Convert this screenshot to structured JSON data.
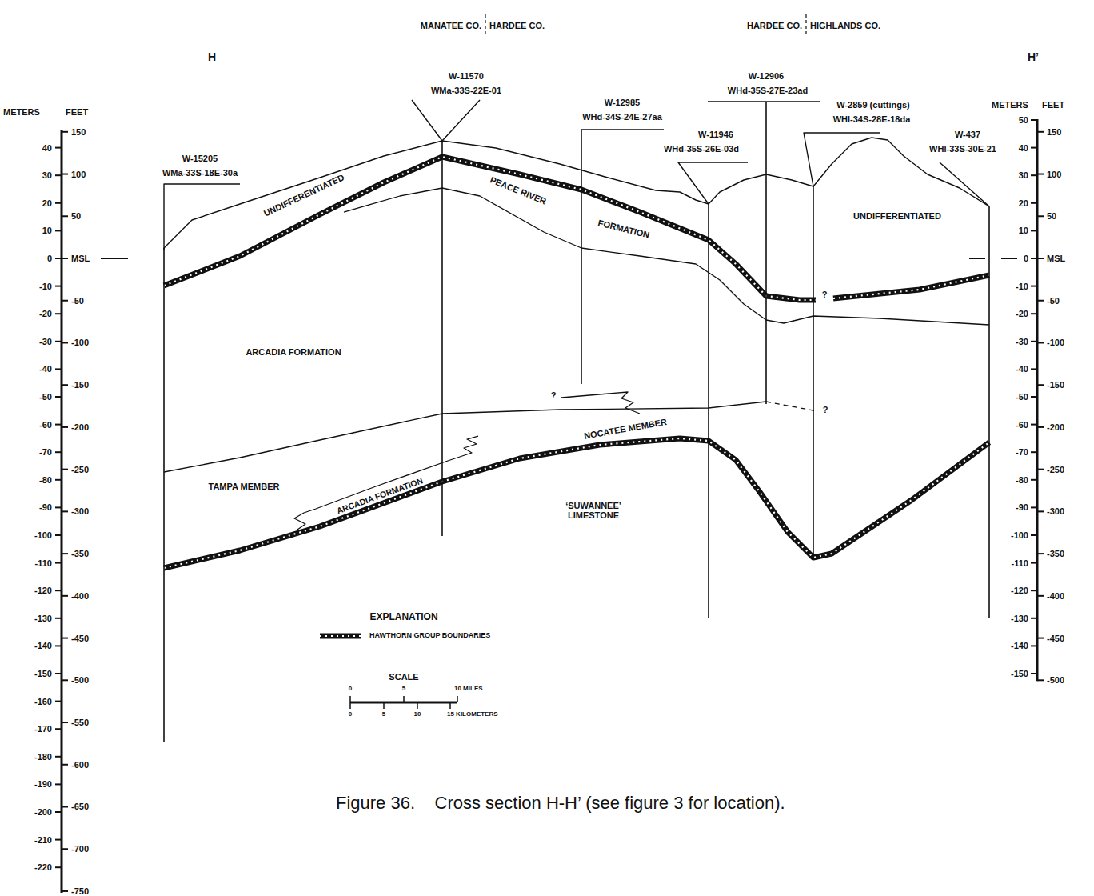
{
  "diagram": {
    "caption": "Figure 36.    Cross section H-H’ (see figure 3 for location).",
    "labels": [
      "MANATEE CO.",
      "HARDEE CO.",
      "HARDEE CO.",
      "HIGHLANDS CO.",
      "H",
      "H’",
      "METERS",
      "FEET",
      "METERS",
      "FEET",
      "W-15205",
      "WMa-33S-18E-30a",
      "W-11570",
      "WMa-33S-22E-01",
      "W-12985",
      "WHd-34S-24E-27aa",
      "W-11946",
      "WHd-35S-26E-03d",
      "W-12906",
      "WHd-35S-27E-23ad",
      "W-2859 (cuttings)",
      "WHl-34S-28E-18da",
      "W-437",
      "WHl-33S-30E-21",
      "UNDIFFERENTIATED",
      "PEACE RIVER",
      "FORMATION",
      "UNDIFFERENTIATED",
      "ARCADIA FORMATION",
      "TAMPA MEMBER",
      "ARCADIA FORMATION",
      "NOCATEE MEMBER",
      "‘SUWANNEE’ LIMESTONE",
      "?",
      "?",
      "?",
      "EXPLANATION",
      "SCALE",
      "0",
      "5",
      "10 MILES",
      "0",
      "5",
      "10",
      "15 KILOMETERS",
      "40",
      "30",
      "20",
      "10",
      "0",
      "-10",
      "-20",
      "-30",
      "-40",
      "-50",
      "-60",
      "-70",
      "-80",
      "-90",
      "-100",
      "-110",
      "-120",
      "-130",
      "-140",
      "-150",
      "-160",
      "-170",
      "-180",
      "-190",
      "-200",
      "-210",
      "-220",
      "150",
      "100",
      "50",
      "MSL",
      "-50",
      "-100",
      "-150",
      "-200",
      "-250",
      "-300",
      "-350",
      "-400",
      "-450",
      "-500",
      "-550",
      "-600",
      "-650",
      "-700",
      "-750",
      "50",
      "40",
      "30",
      "20",
      "10",
      "0",
      "-10",
      "-20",
      "-30",
      "-40",
      "-50",
      "-60",
      "-70",
      "-80",
      "-90",
      "-100",
      "-110",
      "-120",
      "-130",
      "-140",
      "-150",
      "150",
      "100",
      "50",
      "MSL",
      "-50",
      "-100",
      "-150",
      "-200",
      "-250",
      "-300",
      "-350",
      "-400",
      "-450",
      "-500"
    ],
    "legend": [
      {
        "text": "HAWTHORN GROUP BOUNDARIES"
      }
    ]
  }
}
